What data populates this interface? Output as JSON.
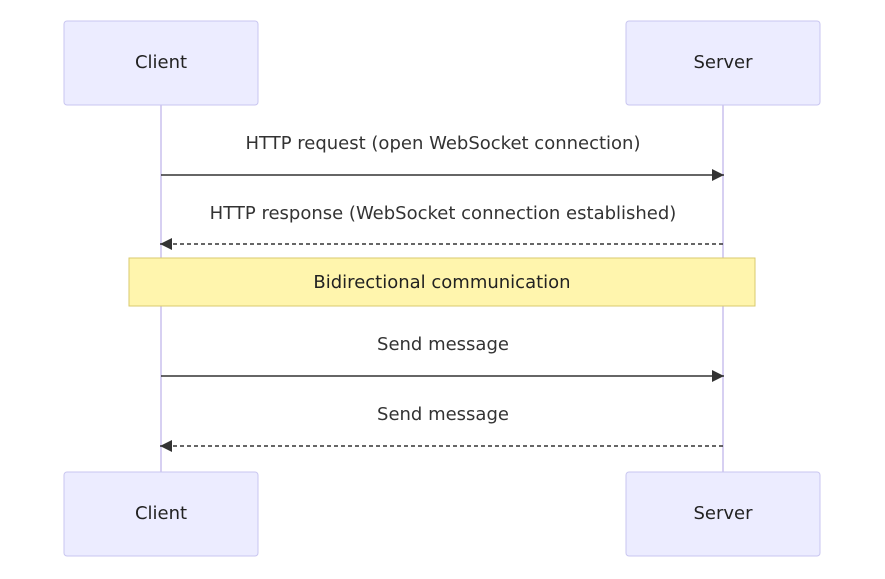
{
  "actors": {
    "client": "Client",
    "server": "Server"
  },
  "messages": [
    {
      "from": "client",
      "to": "server",
      "label": "HTTP request (open WebSocket connection)",
      "style": "solid"
    },
    {
      "from": "server",
      "to": "client",
      "label": "HTTP response (WebSocket connection established)",
      "style": "dashed"
    },
    {
      "from": "client",
      "to": "server",
      "label": "Send message",
      "style": "solid"
    },
    {
      "from": "server",
      "to": "client",
      "label": "Send message",
      "style": "dashed"
    }
  ],
  "note": {
    "label": "Bidirectional communication",
    "over": [
      "client",
      "server"
    ]
  },
  "colors": {
    "actor_fill": "#ECECFF",
    "actor_border": "#C9C6F0",
    "lifeline": "#D7D0F2",
    "line": "#333333",
    "note_fill": "#FFF5AD",
    "note_border": "#D8CA6E"
  }
}
